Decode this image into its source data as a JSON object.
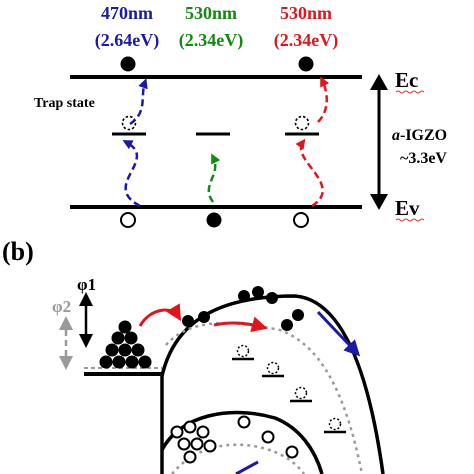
{
  "colors": {
    "blue": "#1a1aa8",
    "green": "#128a12",
    "red": "#e0161c",
    "gray": "#9a9a9a",
    "black": "#000000"
  },
  "panel_a": {
    "excitations": [
      {
        "wavelength": "470nm",
        "energy": "(2.64eV)",
        "color": "blue"
      },
      {
        "wavelength": "530nm",
        "energy": "(2.34eV)",
        "color": "green"
      },
      {
        "wavelength": "530nm",
        "energy": "(2.34eV)",
        "color": "red"
      }
    ],
    "trap_label": "Trap state",
    "ec_label": "Ec",
    "ev_label": "Ev",
    "material_prefix": "a",
    "material_suffix": "-IGZO",
    "gap_label": "~3.3eV"
  },
  "panel_b": {
    "label": "(b)",
    "phi1": "φ1",
    "phi2": "φ2"
  }
}
